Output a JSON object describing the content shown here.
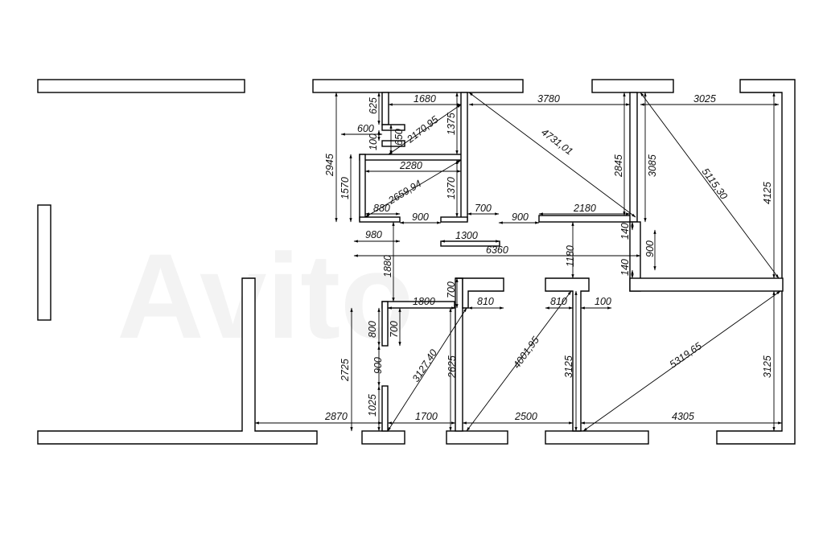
{
  "colors": {
    "background": "#ffffff",
    "ink": "#000000",
    "watermark": "#f2f2f2"
  },
  "watermark": {
    "text": "Avito"
  },
  "dimensions": {
    "d625": "625",
    "d1680": "1680",
    "d3780": "3780",
    "d3025": "3025",
    "d600": "600",
    "d650": "650",
    "d100a": "100",
    "d2170": "2170,95",
    "d1375": "1375",
    "d4731": "4731,01",
    "d2945": "2945",
    "d2845": "2845",
    "d3085": "3085",
    "d5115": "5115,30",
    "d4125a": "4125",
    "d2280": "2280",
    "d1570": "1570",
    "d2659": "2659,94",
    "d1370": "1370",
    "d880": "880",
    "d900a": "900",
    "d700a": "700",
    "d900b": "900",
    "d2180": "2180",
    "d980": "980",
    "d1300": "1300",
    "d140a": "140",
    "d6360": "6360",
    "d1180": "1180",
    "d900c": "900",
    "d140b": "140",
    "d1880": "1880",
    "d700b": "700",
    "d1800": "1800",
    "d810a": "810",
    "d810b": "810",
    "d100b": "100",
    "d800": "800",
    "d700c": "700",
    "d2725": "2725",
    "d3127": "3127,40",
    "d4001": "4001,95",
    "d2625": "2625",
    "d900d": "900",
    "d3125a": "3125",
    "d5319": "5319,65",
    "d3125b": "3125",
    "d1025": "1025",
    "d2870": "2870",
    "d1700": "1700",
    "d2500": "2500",
    "d4305": "4305"
  }
}
